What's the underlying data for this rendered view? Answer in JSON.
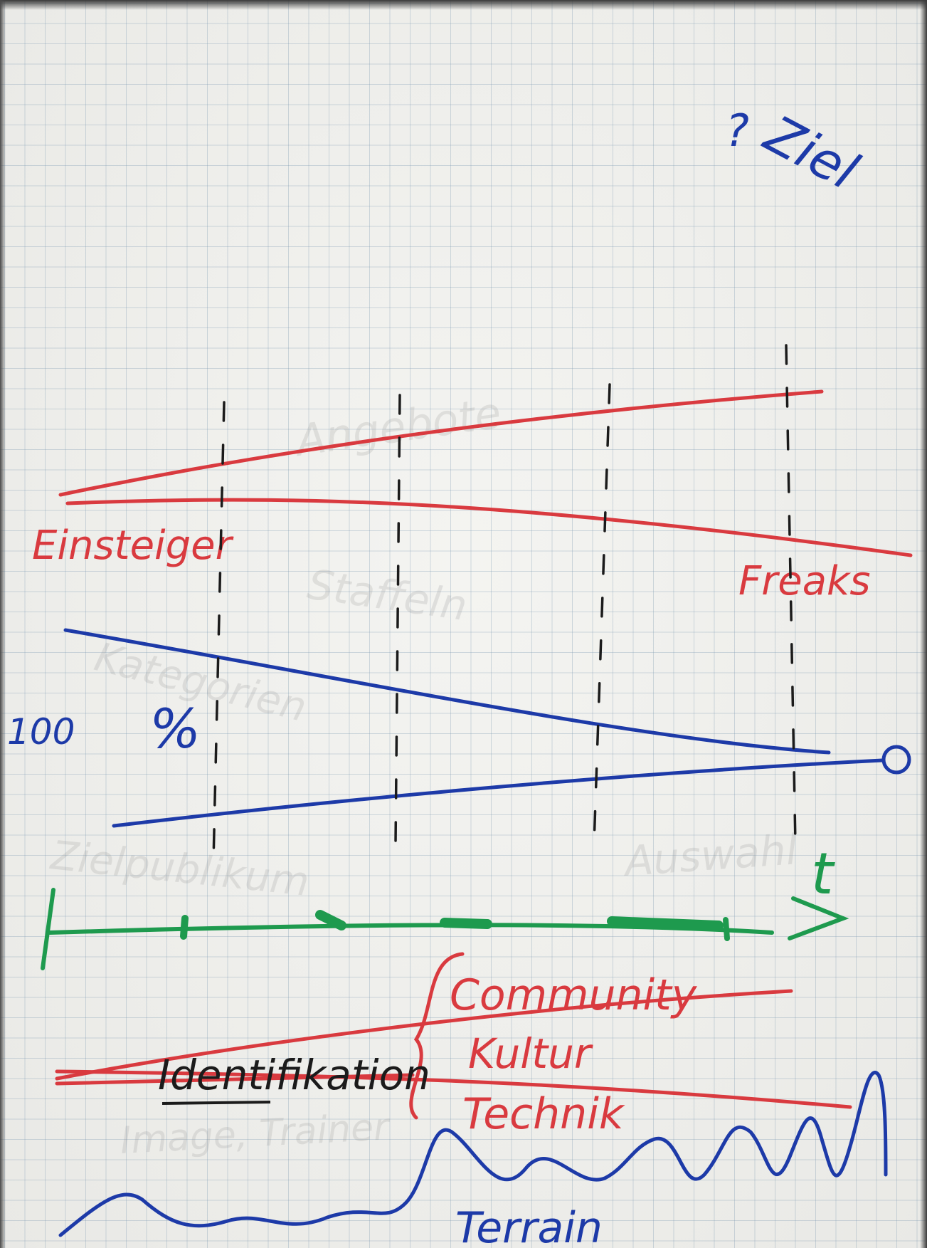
{
  "colors": {
    "paper": "#f4f4f1",
    "grid": "#7896af",
    "red_marker": "#d93a3f",
    "blue_marker": "#1d3aa8",
    "green_marker": "#1e9a4e",
    "black_marker": "#1b1b1b"
  },
  "labels": {
    "ziel": "Ziel",
    "ziel_mark": "?",
    "einsteiger": "Einsteiger",
    "freaks": "Freaks",
    "percent_value": "100",
    "percent_sign": "%",
    "time_axis": "t",
    "identifikation": "Identifikation",
    "community": "Community",
    "kultur": "Kultur",
    "technik": "Technik",
    "terrain": "Terrain"
  },
  "faded_previous_writing": [
    "Kategorien",
    "Staffeln",
    "Zielpublikum",
    "Angebote",
    "Auswahl",
    "Image, Trainer"
  ]
}
